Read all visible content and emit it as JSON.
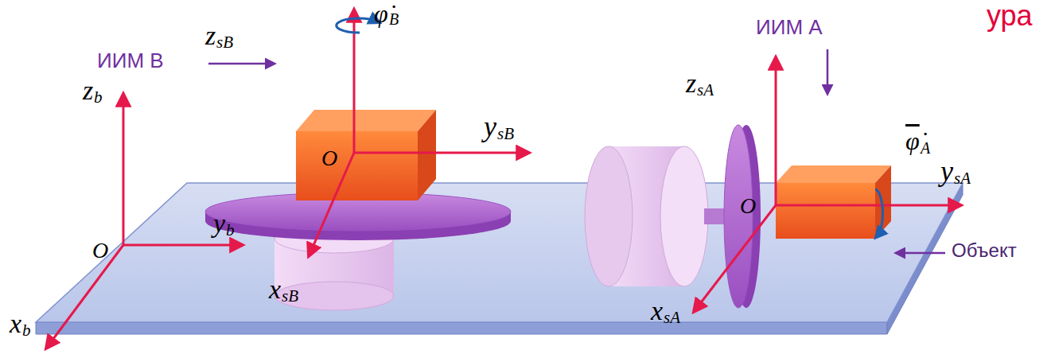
{
  "diagram": {
    "labels": [
      "ура",
      "z",
      "sB",
      "φ̇",
      "B",
      "ИИМ В",
      "y",
      "sB",
      "z",
      "b",
      "O",
      "y",
      "b",
      "O",
      "x",
      "sB",
      "x",
      "b",
      "ИИМ А",
      "z",
      "sA",
      "φ̇",
      "A",
      "y",
      "sA",
      "O",
      "x",
      "sA",
      "Объект"
    ]
  }
}
